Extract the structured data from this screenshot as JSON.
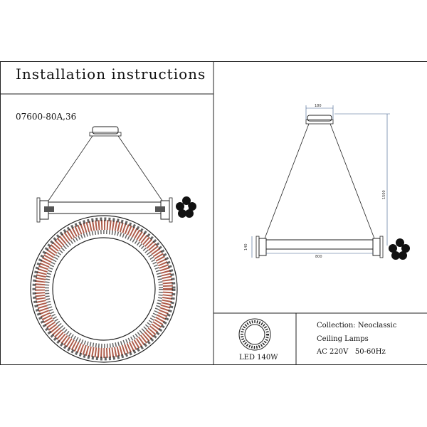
{
  "header": {
    "title": "Installation instructions"
  },
  "product": {
    "model": "07600-80A,36",
    "power": "LED 140W"
  },
  "dimensions": {
    "canopy_width": "180",
    "cable_drop": "1500",
    "bar_height": "140",
    "ring_diameter": "800"
  },
  "specs": {
    "collection": "Collection: Neoclassic",
    "category": "Ceiling Lamps",
    "voltage": "AC 220V   50-60Hz"
  },
  "colors": {
    "line": "#222222",
    "crystal_accent": "#a0402a",
    "dimension_blue": "#3a5a8c"
  }
}
